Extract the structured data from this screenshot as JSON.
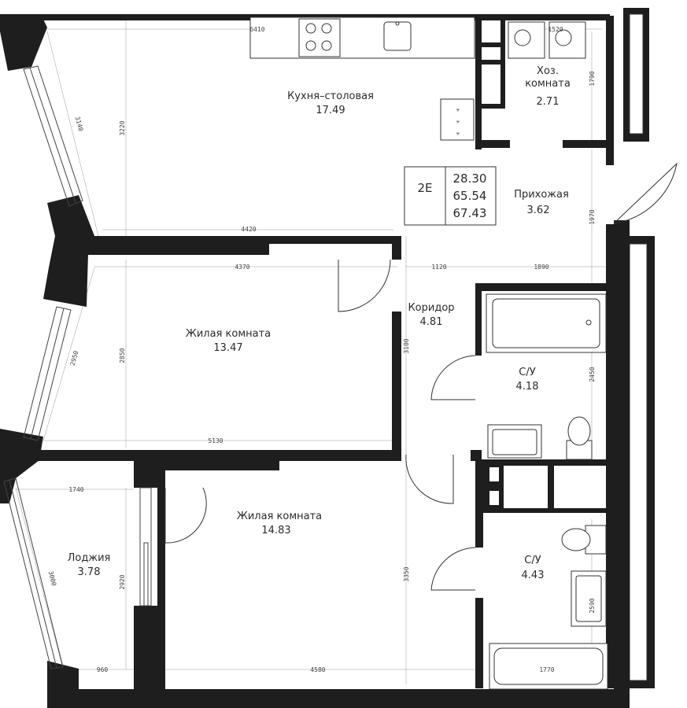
{
  "plan": {
    "apartment_type": "2Е",
    "areas": [
      "28.30",
      "65.54",
      "67.43"
    ],
    "rooms": [
      {
        "name": "Кухня–столовая",
        "area": "17.49"
      },
      {
        "name": "Хоз. комната",
        "name2": "комната",
        "name1": "Хоз.",
        "area": "2.71"
      },
      {
        "name": "Прихожая",
        "area": "3.62"
      },
      {
        "name": "Жилая комната",
        "area": "13.47"
      },
      {
        "name": "Коридор",
        "area": "4.81"
      },
      {
        "name": "С/У",
        "area": "4.18"
      },
      {
        "name": "Жилая комната",
        "area": "14.83"
      },
      {
        "name": "С/У",
        "area": "4.43"
      },
      {
        "name": "Лоджия",
        "area": "3.78"
      }
    ],
    "dimensions": {
      "kitchen_top": "6410",
      "kitchen_side": "3220",
      "kitchen_diag": "3140",
      "kitchen_bottom": "4420",
      "utility_top": "1520",
      "utility_side": "1790",
      "hall_side": "1970",
      "living1_top": "4370",
      "corridor_w": "1120",
      "hall_w": "1890",
      "living1_diag": "2950",
      "living1_side": "2850",
      "corridor_side": "3100",
      "living1_bottom": "5130",
      "bath1_side": "2450",
      "loggia_top": "1740",
      "loggia_side": "2920",
      "loggia_diag": "3000",
      "loggia_bottom": "960",
      "living2_side": "3350",
      "living2_bottom": "4580",
      "bath2_side": "2590",
      "bath2_bottom": "1770"
    }
  }
}
